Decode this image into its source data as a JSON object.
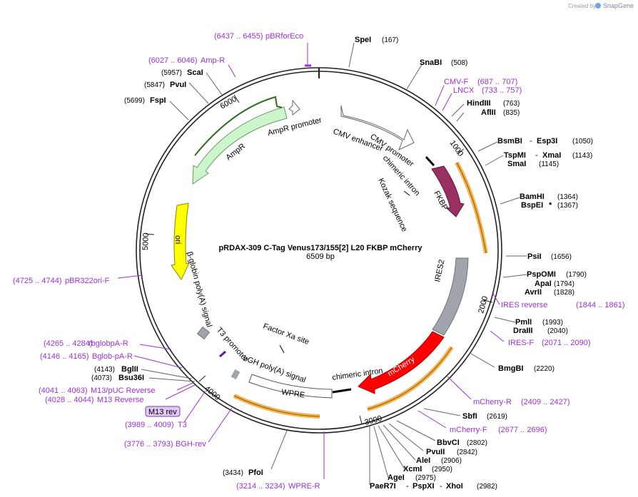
{
  "watermark": {
    "prefix": "Created by",
    "brand": "SnapGene"
  },
  "map": {
    "name": "pRDAX-309    C-Tag Venus173/155[2] L20 FKBP mCherry",
    "size_label": "6509 bp",
    "total_bp": 6509
  },
  "ticks": [
    {
      "bp": 1000,
      "label": "1000"
    },
    {
      "bp": 2000,
      "label": "2000"
    },
    {
      "bp": 3000,
      "label": "3000"
    },
    {
      "bp": 4000,
      "label": "4000"
    },
    {
      "bp": 5000,
      "label": "5000"
    },
    {
      "bp": 6000,
      "label": "6000"
    }
  ],
  "features": [
    {
      "name": "CMV enhancer",
      "label": "CMV enhancer",
      "fill": "#ffffff",
      "stroke": "#555555"
    },
    {
      "name": "CMV promoter",
      "label": "CMV promoter",
      "fill": "#ffffff",
      "stroke": "#555555"
    },
    {
      "name": "chimeric intron top",
      "label": "chimeric intron"
    },
    {
      "name": "Kozak sequence",
      "label": "Kozak sequence"
    },
    {
      "name": "FKBP",
      "label": "FKBP",
      "fill": "#9a2f63"
    },
    {
      "name": "IRES2",
      "label": "IRES2",
      "fill": "#a0a5ab"
    },
    {
      "name": "mCherry",
      "label": "mCherry",
      "fill": "#ff0000"
    },
    {
      "name": "chimeric intron bottom",
      "label": "chimeric intron"
    },
    {
      "name": "WPRE",
      "label": "WPRE"
    },
    {
      "name": "bGH poly(A) signal",
      "label": "bGH poly(A) signal"
    },
    {
      "name": "Factor Xa site",
      "label": "Factor Xa site"
    },
    {
      "name": "T3 promoter",
      "label": "T3 promoter"
    },
    {
      "name": "beta-globin poly(A) signal",
      "label": "β-globin poly(A) signal"
    },
    {
      "name": "ori",
      "label": "ori",
      "fill": "#ffff00"
    },
    {
      "name": "AmpR",
      "label": "AmpR",
      "fill": "#ccf5cc"
    },
    {
      "name": "AmpR promoter",
      "label": "AmpR promoter"
    },
    {
      "name": "M13 rev",
      "label": "M13 rev"
    }
  ],
  "sites_right": [
    {
      "name": "SpeI",
      "pos": "(167)"
    },
    {
      "name": "SnaBI",
      "pos": "(508)"
    },
    {
      "name": "HindIII",
      "pos": "(763)"
    },
    {
      "name": "AflII",
      "pos": "(835)"
    },
    {
      "name": "BsmBI",
      "sep": "-",
      "name2": "Esp3I",
      "pos": "(1050)"
    },
    {
      "name": "TspMI",
      "sep": "-",
      "name2": "XmaI",
      "pos": "(1143)"
    },
    {
      "name": "SmaI",
      "pos": "(1145)"
    },
    {
      "name": "BamHI",
      "pos": "(1364)"
    },
    {
      "name": "BspEI",
      "star": "*",
      "pos": "(1367)"
    },
    {
      "name": "PsiI",
      "pos": "(1656)"
    },
    {
      "name": "PspOMI",
      "pos": "(1790)"
    },
    {
      "name": "ApaI",
      "pos": "(1794)"
    },
    {
      "name": "AvrII",
      "pos": "(1828)"
    },
    {
      "name": "PmlI",
      "pos": "(1993)"
    },
    {
      "name": "DraIII",
      "pos": "(2040)"
    },
    {
      "name": "BmgBI",
      "pos": "(2220)"
    },
    {
      "name": "SbfI",
      "pos": "(2619)"
    },
    {
      "name": "BbvCI",
      "pos": "(2802)"
    },
    {
      "name": "PvuII",
      "pos": "(2842)"
    },
    {
      "name": "AleI",
      "pos": "(2906)"
    },
    {
      "name": "XcmI",
      "pos": "(2950)"
    },
    {
      "name": "AgeI",
      "pos": "(2975)"
    },
    {
      "name": "PaeR7I",
      "sep": "-",
      "name2": "PspXI",
      "sep2": "-",
      "name3": "XhoI",
      "pos": "(2982)"
    }
  ],
  "sites_left": [
    {
      "name": "ScaI",
      "pos": "(5957)"
    },
    {
      "name": "PvuI",
      "pos": "(5847)"
    },
    {
      "name": "FspI",
      "pos": "(5699)"
    },
    {
      "name": "BglII",
      "pos": "(4143)"
    },
    {
      "name": "Bsu36I",
      "pos": "(4073)"
    },
    {
      "name": "PfoI",
      "pos": "(3434)"
    }
  ],
  "primers": [
    {
      "name": "pBRforEco",
      "range": "(6437 .. 6455)"
    },
    {
      "name": "Amp-R",
      "range": "(6027 .. 6046)"
    },
    {
      "name": "CMV-F",
      "range": "(687 .. 707)"
    },
    {
      "name": "LNCX",
      "range": "(733 .. 757)"
    },
    {
      "name": "IRES reverse",
      "range": "(1844 .. 1861)"
    },
    {
      "name": "IRES-F",
      "range": "(2071 .. 2090)"
    },
    {
      "name": "mCherry-R",
      "range": "(2409 .. 2427)"
    },
    {
      "name": "mCherry-F",
      "range": "(2677 .. 2696)"
    },
    {
      "name": "WPRE-R",
      "range": "(3214 .. 3234)"
    },
    {
      "name": "BGH-rev",
      "range": "(3776 .. 3793)"
    },
    {
      "name": "T3",
      "range": "(3989 .. 4009)"
    },
    {
      "name": "M13 Reverse",
      "range": "(4028 .. 4044)"
    },
    {
      "name": "M13/pUC Reverse",
      "range": "(4041 .. 4063)"
    },
    {
      "name": "Bglob-pA-R",
      "range": "(4146 .. 4165)"
    },
    {
      "name": "rbglobpA-R",
      "range": "(4265 .. 4284)"
    },
    {
      "name": "pBR322ori-F",
      "range": "(4725 .. 4744)"
    }
  ],
  "colors": {
    "primer": "#9b30d9",
    "orf_highlight": "#f5b34a",
    "backbone": "#222222"
  }
}
